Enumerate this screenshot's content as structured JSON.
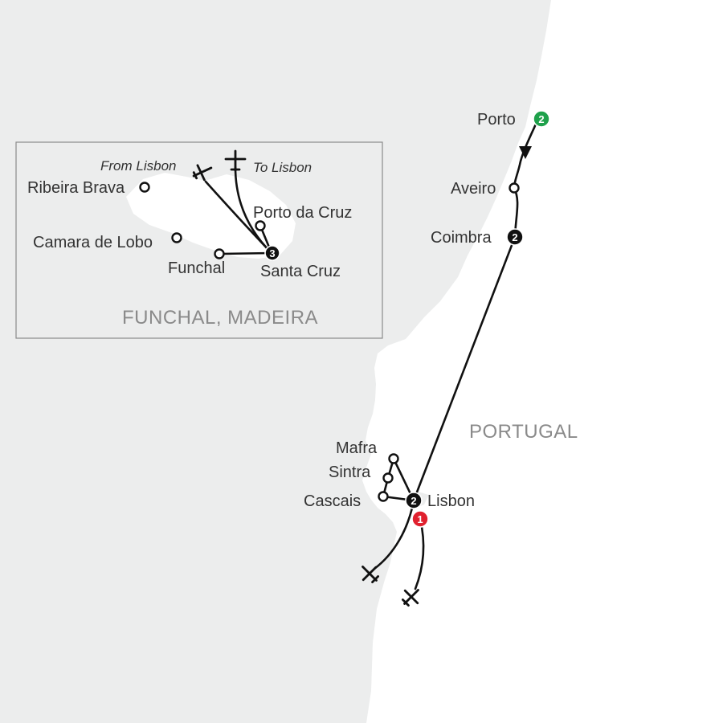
{
  "map": {
    "country_label": "PORTUGAL",
    "cities": {
      "porto": "Porto",
      "aveiro": "Aveiro",
      "coimbra": "Coimbra",
      "mafra": "Mafra",
      "sintra": "Sintra",
      "cascais": "Cascais",
      "lisbon": "Lisbon"
    },
    "badges": {
      "porto": "2",
      "coimbra": "2",
      "lisbon": "2",
      "start": "1",
      "santa_cruz": "3"
    },
    "colors": {
      "sea": "#eceded",
      "land": "#ffffff",
      "route": "#111111",
      "start_badge": "#e0202e",
      "end_badge": "#1fa14b",
      "night_badge": "#111111"
    }
  },
  "inset": {
    "title": "FUNCHAL, MADEIRA",
    "flight_from": "From Lisbon",
    "flight_to": "To Lisbon",
    "cities": {
      "ribeira_brava": "Ribeira Brava",
      "camara_de_lobo": "Camara de Lobo",
      "funchal": "Funchal",
      "porto_da_cruz": "Porto da Cruz",
      "santa_cruz": "Santa Cruz"
    }
  }
}
